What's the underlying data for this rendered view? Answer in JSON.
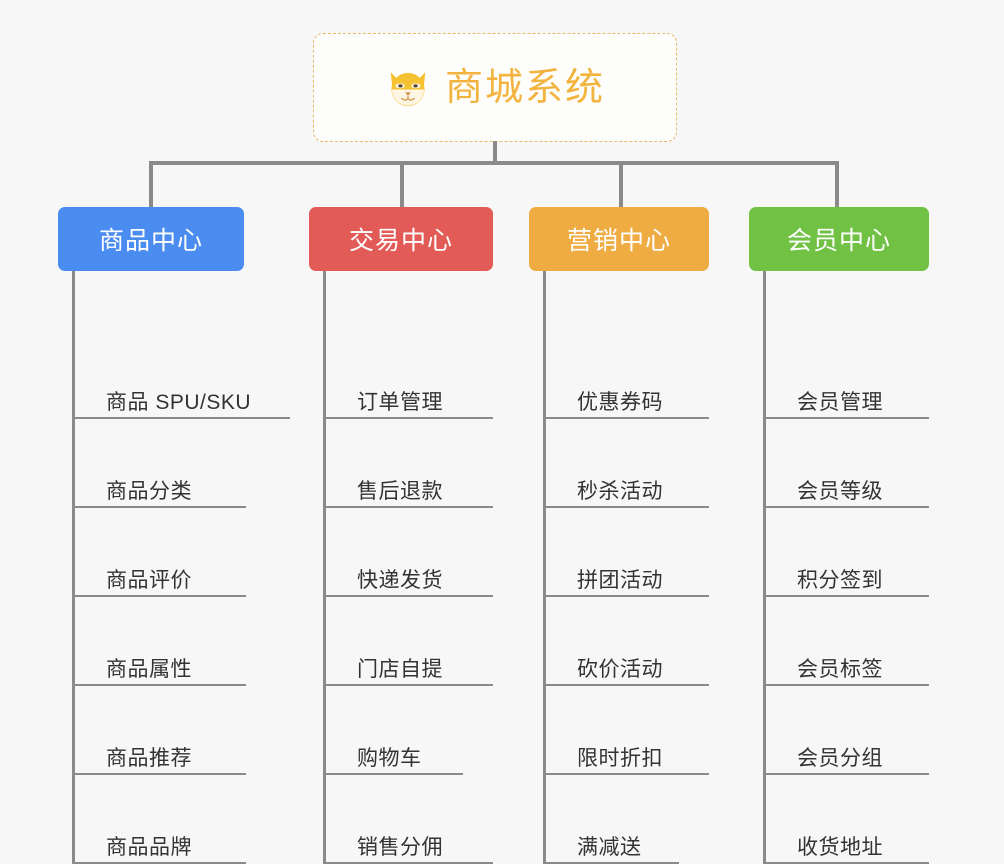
{
  "page": {
    "background_color": "#f7f7f7",
    "type": "mindmap"
  },
  "root": {
    "icon": "shiba-dog-face-icon",
    "title": "商城系统",
    "title_color": "#f3b43f",
    "border_color": "#e8b96a"
  },
  "connector_color": "#8a8a8a",
  "columns": [
    {
      "id": "product-center",
      "label": "商品中心",
      "color": "#4a8cf0",
      "items": [
        "商品 SPU/SKU",
        "商品分类",
        "商品评价",
        "商品属性",
        "商品推荐",
        "商品品牌"
      ]
    },
    {
      "id": "trade-center",
      "label": "交易中心",
      "color": "#e35b57",
      "items": [
        "订单管理",
        "售后退款",
        "快递发货",
        "门店自提",
        "购物车",
        "销售分佣"
      ]
    },
    {
      "id": "marketing-center",
      "label": "营销中心",
      "color": "#eeac42",
      "items": [
        "优惠券码",
        "秒杀活动",
        "拼团活动",
        "砍价活动",
        "限时折扣",
        "满减送"
      ]
    },
    {
      "id": "member-center",
      "label": "会员中心",
      "color": "#70c144",
      "items": [
        "会员管理",
        "会员等级",
        "积分签到",
        "会员标签",
        "会员分组",
        "收货地址"
      ]
    }
  ]
}
